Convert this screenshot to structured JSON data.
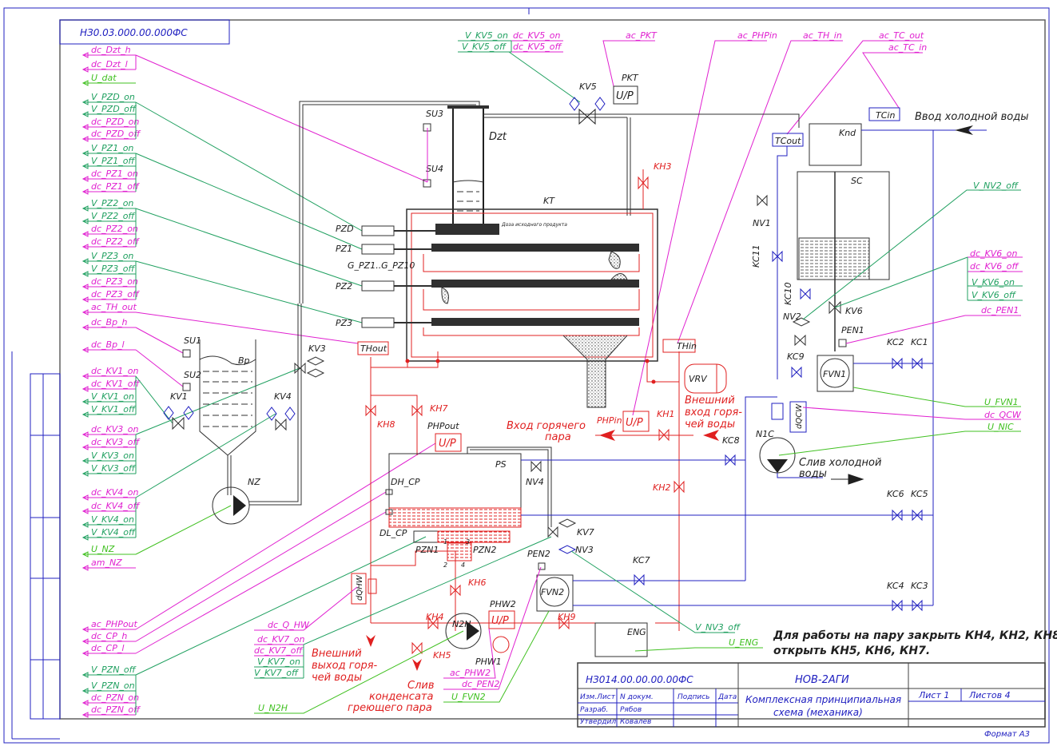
{
  "drawing": {
    "stamp_code_mirrored": "НЗ0.03.000.00.000ФС",
    "note": "Для работы на пару закрыть КН4, КН2, КН8, открыть КН5, КН6, КН7.",
    "format": "Формат А3"
  },
  "title_block": {
    "doc_code": "НЗ014.00.00.00.00ФС",
    "org": "НОВ-2АГИ",
    "title_line1": "Комплексная принципиальная",
    "title_line2": "схема (механика)",
    "sheet": "Лист 1",
    "sheets": "Листов 4",
    "col_change": "Изм.Лист",
    "col_doc": "N докум.",
    "col_sign": "Подпись",
    "col_date": "Дата",
    "row_dev_label": "Разраб.",
    "row_dev_name": "Рябов",
    "row_appr_label": "Утвердил",
    "row_appr_name": "Ковалев"
  },
  "signals_left": [
    {
      "id": "dc_Dzt_h",
      "color": "magenta"
    },
    {
      "id": "dc_Dzt_l",
      "color": "magenta"
    },
    {
      "id": "U_dat",
      "color": "lime"
    },
    {
      "id": "V_PZD_on",
      "color": "green"
    },
    {
      "id": "V_PZD_off",
      "color": "green"
    },
    {
      "id": "dc_PZD_on",
      "color": "magenta"
    },
    {
      "id": "dc_PZD_off",
      "color": "magenta"
    },
    {
      "id": "V_PZ1_on",
      "color": "green"
    },
    {
      "id": "V_PZ1_off",
      "color": "green"
    },
    {
      "id": "dc_PZ1_on",
      "color": "magenta"
    },
    {
      "id": "dc_PZ1_off",
      "color": "magenta"
    },
    {
      "id": "V_PZ2_on",
      "color": "green"
    },
    {
      "id": "V_PZ2_off",
      "color": "green"
    },
    {
      "id": "dc_PZ2_on",
      "color": "magenta"
    },
    {
      "id": "dc_PZ2_off",
      "color": "magenta"
    },
    {
      "id": "V_PZ3_on",
      "color": "green"
    },
    {
      "id": "V_PZ3_off",
      "color": "green"
    },
    {
      "id": "dc_PZ3_on",
      "color": "magenta"
    },
    {
      "id": "dc_PZ3_off",
      "color": "magenta"
    },
    {
      "id": "ac_TH_out",
      "color": "magenta"
    },
    {
      "id": "dc_Bp_h",
      "color": "magenta"
    },
    {
      "id": "dc_Bp_l",
      "color": "magenta"
    },
    {
      "id": "dc_KV1_on",
      "color": "magenta"
    },
    {
      "id": "dc_KV1_off",
      "color": "magenta"
    },
    {
      "id": "V_KV1_on",
      "color": "green"
    },
    {
      "id": "V_KV1_off",
      "color": "green"
    },
    {
      "id": "dc_KV3_on",
      "color": "magenta"
    },
    {
      "id": "dc_KV3_off",
      "color": "magenta"
    },
    {
      "id": "V_KV3_on",
      "color": "green"
    },
    {
      "id": "V_KV3_off",
      "color": "green"
    },
    {
      "id": "dc_KV4_on",
      "color": "magenta"
    },
    {
      "id": "dc_KV4_off",
      "color": "magenta"
    },
    {
      "id": "V_KV4_on",
      "color": "green"
    },
    {
      "id": "V_KV4_off",
      "color": "green"
    },
    {
      "id": "U_NZ",
      "color": "lime"
    },
    {
      "id": "am_NZ",
      "color": "magenta"
    },
    {
      "id": "ac_PHPout",
      "color": "magenta"
    },
    {
      "id": "dc_CP_h",
      "color": "magenta"
    },
    {
      "id": "dc_CP_l",
      "color": "magenta"
    },
    {
      "id": "V_PZN_off",
      "color": "green"
    },
    {
      "id": "V_PZN_on",
      "color": "green"
    },
    {
      "id": "dc_PZN_on",
      "color": "magenta"
    },
    {
      "id": "dc_PZN_off",
      "color": "magenta"
    }
  ],
  "signals_top": [
    {
      "id": "V_KV5_on",
      "color": "green"
    },
    {
      "id": "V_KV5_off",
      "color": "green"
    },
    {
      "id": "dc_KV5_on",
      "color": "magenta"
    },
    {
      "id": "dc_KV5_off",
      "color": "magenta"
    },
    {
      "id": "ac_PKT",
      "color": "magenta"
    },
    {
      "id": "ac_PHPin",
      "color": "magenta"
    },
    {
      "id": "ac_TH_in",
      "color": "magenta"
    },
    {
      "id": "ac_TC_out",
      "color": "magenta"
    },
    {
      "id": "ac_TC_in",
      "color": "magenta"
    }
  ],
  "signals_right": [
    {
      "id": "V_NV2_off",
      "color": "green"
    },
    {
      "id": "dc_KV6_on",
      "color": "magenta"
    },
    {
      "id": "dc_KV6_off",
      "color": "magenta"
    },
    {
      "id": "V_KV6_on",
      "color": "green"
    },
    {
      "id": "V_KV6_off",
      "color": "green"
    },
    {
      "id": "dc_PEN1",
      "color": "magenta"
    },
    {
      "id": "U_FVN1",
      "color": "lime"
    },
    {
      "id": "dc_QCW",
      "color": "magenta"
    },
    {
      "id": "U_NIC",
      "color": "lime"
    }
  ],
  "signals_bottom": [
    {
      "id": "dc_Q_HW",
      "color": "magenta"
    },
    {
      "id": "dc_KV7_on",
      "color": "magenta"
    },
    {
      "id": "dc_KV7_off",
      "color": "magenta"
    },
    {
      "id": "V_KV7_on",
      "color": "green"
    },
    {
      "id": "V_KV7_off",
      "color": "green"
    },
    {
      "id": "U_N2H",
      "color": "lime"
    },
    {
      "id": "ac_PHW2",
      "color": "magenta"
    },
    {
      "id": "dc_PEN2",
      "color": "magenta"
    },
    {
      "id": "U_FVN2",
      "color": "lime"
    },
    {
      "id": "V_NV3_off",
      "color": "green"
    },
    {
      "id": "U_ENG",
      "color": "lime"
    }
  ],
  "components": {
    "dzt": "Dzt",
    "su3": "SU3",
    "su4": "SU4",
    "kt": "KT",
    "kv5": "KV5",
    "pkt": "PKT",
    "up": "U/P",
    "pzd": "PZD",
    "pz1": "PZ1",
    "pz2": "PZ2",
    "pz3": "PZ3",
    "gpz": "G_PZ1..G_PZ10",
    "dose_label": "Доза исходного продукта",
    "kh3": "KH3",
    "thout": "THout",
    "thin": "THin",
    "vrv": "VRV",
    "su1": "SU1",
    "su2": "SU2",
    "bp": "Bp",
    "kv1": "KV1",
    "kv3": "KV3",
    "kv4": "KV4",
    "nz": "NZ",
    "kh8": "KH8",
    "kh7": "KH7",
    "phpout": "PHPout",
    "phpin": "PHPin",
    "kh1": "KH1",
    "kh2": "KH2",
    "ps": "PS",
    "nv4": "NV4",
    "dh_cp": "DH_CP",
    "dl_cp": "DL_CP",
    "pzn1": "PZN1",
    "pzn2": "PZN2",
    "kh6": "KH6",
    "kh4": "KH4",
    "kh5": "KH5",
    "n2h": "N2H",
    "phw1": "PHW1",
    "phw2": "PHW2",
    "kh9": "KH9",
    "kv7": "KV7",
    "nv3": "NV3",
    "pen2": "PEN2",
    "fvn2": "FVN2",
    "kc7": "KC7",
    "eng": "ENG",
    "qhw": "dQHW",
    "knd": "Knd",
    "tcout": "TCout",
    "tcin": "TCin",
    "sc": "SC",
    "nv1": "NV1",
    "kc11": "KC11",
    "kc10": "KC10",
    "nv2": "NV2",
    "kv6": "KV6",
    "pen1": "PEN1",
    "kc9": "KC9",
    "fvn1": "FVN1",
    "kc2": "KC2",
    "kc1": "KC1",
    "kc8": "KC8",
    "n1c": "N1C",
    "qcw": "dQCW",
    "kc6": "KC6",
    "kc5": "KC5",
    "kc4": "KC4",
    "kc3": "KC3",
    "pin1": "1",
    "pin2": "2",
    "pin3": "3",
    "pin4": "4"
  },
  "annotations": {
    "cold_in": "Ввод холодной воды",
    "cold_out_1": "Слив холодной",
    "cold_out_2": "воды",
    "steam_in_1": "Вход горячего",
    "steam_in_2": "пара",
    "hot_in_1": "Внешний",
    "hot_in_2": "вход горя-",
    "hot_in_3": "чей воды",
    "hot_out_1": "Внешний",
    "hot_out_2": "выход горя-",
    "hot_out_3": "чей воды",
    "cond_1": "Слив",
    "cond_2": "конденсата",
    "cond_3": "греющего пара"
  },
  "colors": {
    "magenta": "#e020d0",
    "green": "#20a060",
    "lime": "#40c020",
    "red": "#e02020",
    "blue": "#2020c0",
    "black": "#202020"
  }
}
